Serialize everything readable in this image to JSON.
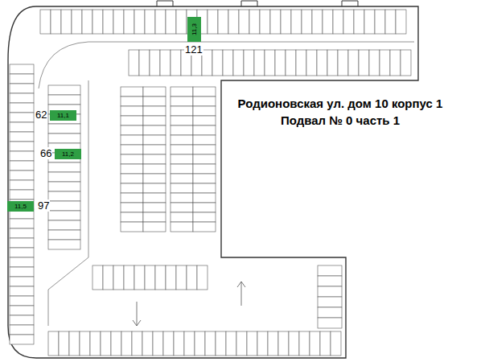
{
  "diagram": {
    "title": "Родионовская ул. дом 10 корпус 1 Подвал № 0 часть 1",
    "nodes": [
      {
        "text": [
          "11,3",
          "121"
        ]
      },
      {
        "text": [
          "62",
          "11,1"
        ]
      },
      {
        "text": [
          "66",
          "11,2"
        ]
      },
      {
        "text": [
          "11,5",
          "97"
        ]
      }
    ]
  }
}
